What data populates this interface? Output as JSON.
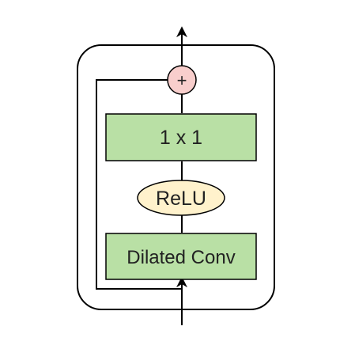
{
  "diagram": {
    "blocks": {
      "top_conv": {
        "label": "1 x 1"
      },
      "activation": {
        "label": "ReLU"
      },
      "dilated_conv": {
        "label": "Dilated Conv"
      },
      "add_node": {
        "symbol": "+"
      }
    },
    "colors": {
      "conv_fill": "#b9e0a5",
      "activation_fill": "#fff2cc",
      "add_fill": "#f8cecc",
      "stroke": "#000000"
    }
  }
}
